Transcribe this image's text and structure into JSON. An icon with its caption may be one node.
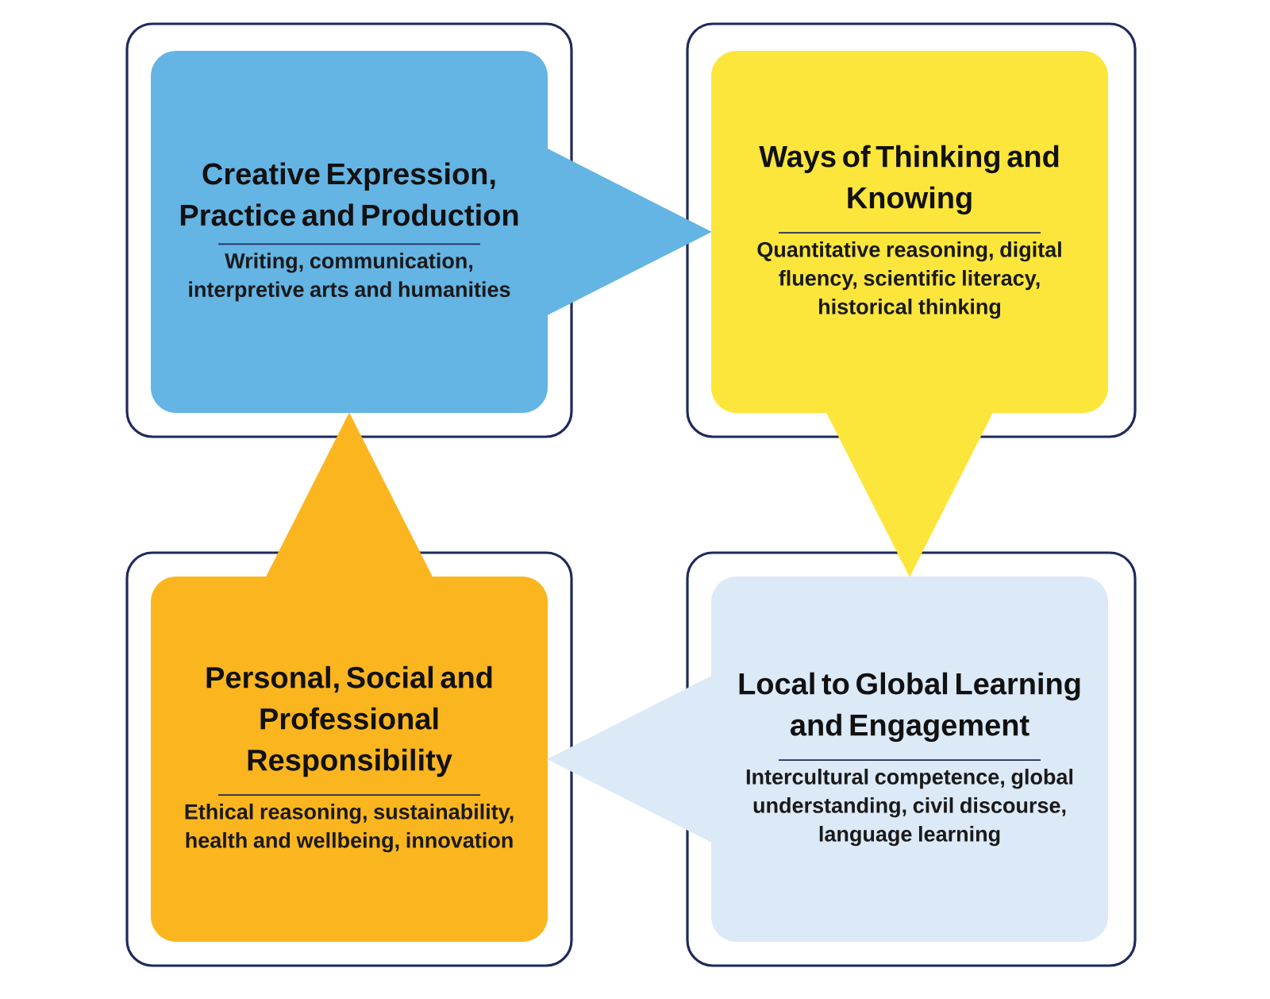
{
  "diagram": {
    "nodes": [
      {
        "text": [
          "Creative Expression, Practice and Production",
          "Writing, communication, interpretive arts and humanities"
        ]
      },
      {
        "text": [
          "Ways of Thinking and Knowing",
          "Quantitative reasoning, digital fluency, scientific literacy, historical thinking"
        ]
      },
      {
        "text": [
          "Personal, Social and Professional Responsibility",
          "Ethical reasoning, sustainability, health and wellbeing, innovation"
        ]
      },
      {
        "text": [
          "Local to Global Learning and Engagement",
          "Intercultural competence, global understanding, civil discourse, language learning"
        ]
      }
    ],
    "edges": [
      {
        "from": 0,
        "to": 1,
        "arrow": "to",
        "color": "#64b4e4"
      },
      {
        "from": 1,
        "to": 3,
        "arrow": "to",
        "color": "#fde63b"
      },
      {
        "from": 3,
        "to": 2,
        "arrow": "to",
        "color": "#dce9f7"
      },
      {
        "from": 2,
        "to": 0,
        "arrow": "to",
        "color": "#fbb51f"
      }
    ]
  }
}
